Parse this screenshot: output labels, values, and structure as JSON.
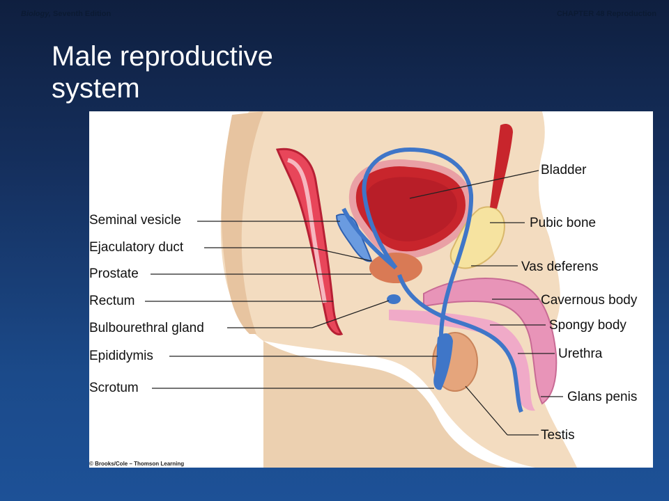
{
  "header": {
    "book_title": "Biology,",
    "edition": "Seventh Edition",
    "chapter": "CHAPTER 48 Reproduction"
  },
  "slide": {
    "title_line1": "Male reproductive",
    "title_line2": "system"
  },
  "figure": {
    "credit": "© Brooks/Cole – Thomson Learning",
    "labels_left": [
      "Seminal vesicle",
      "Ejaculatory duct",
      "Prostate",
      "Rectum",
      "Bulbourethral gland",
      "Epididymis",
      "Scrotum"
    ],
    "labels_right": [
      "Bladder",
      "Pubic bone",
      "Vas deferens",
      "Cavernous body",
      "Spongy body",
      "Urethra",
      "Glans penis",
      "Testis"
    ]
  },
  "colors": {
    "background": "#15305f",
    "skin": "#f3dcc0",
    "skin_shadow": "#e7c4a0",
    "organ_red": "#c8252c",
    "duct_blue": "#3f76c8",
    "erectile_pink": "#e894b8",
    "bone_yellow": "#f6e3a0"
  }
}
